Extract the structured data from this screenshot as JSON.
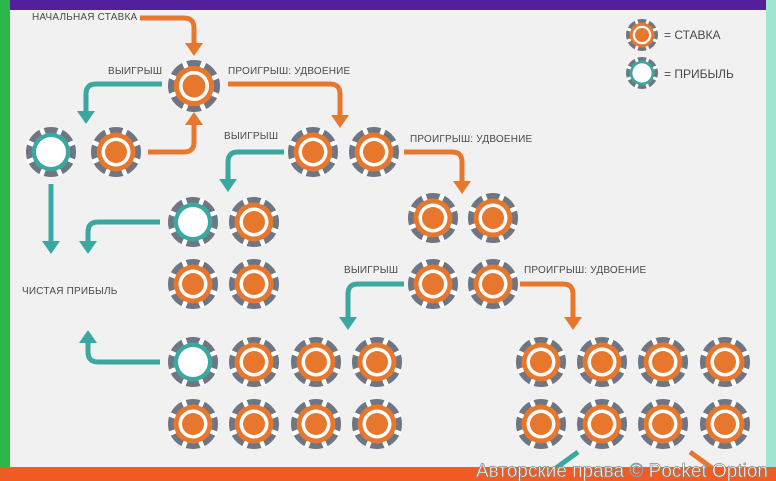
{
  "labels": {
    "initial_bet": "НАЧАЛЬНАЯ СТАВКА",
    "win": "ВЫИГРЫШ",
    "loss_double": "ПРОИГРЫШ: УДВОЕНИЕ",
    "net_profit": "ЧИСТАЯ ПРИБЫЛЬ"
  },
  "legend": {
    "bet": "= СТАВКА",
    "profit": "= ПРИБЫЛЬ"
  },
  "copyright": "Авторские права © Pocket Option",
  "colors": {
    "orange": "#e8772e",
    "teal": "#3aa8a0",
    "chip_rim": "#6e7583",
    "chip_face": "#ffffff",
    "arrow_orange": "#e8772e",
    "arrow_teal": "#3aa8a0",
    "bar_top": "#51209a",
    "bar_left": "#2db84a",
    "bar_right": "#9fe5cf",
    "bar_bottom": "#f25c22"
  },
  "chips": [
    {
      "type": "bet"
    },
    {
      "type": "profit"
    },
    {
      "type": "bet"
    },
    {
      "type": "bet"
    },
    {
      "type": "bet"
    },
    {
      "type": "profit"
    },
    {
      "type": "bet"
    },
    {
      "type": "bet"
    },
    {
      "type": "bet"
    },
    {
      "type": "bet"
    },
    {
      "type": "bet"
    },
    {
      "type": "bet"
    },
    {
      "type": "bet"
    },
    {
      "type": "profit"
    },
    {
      "type": "bet"
    },
    {
      "type": "bet"
    },
    {
      "type": "bet"
    },
    {
      "type": "bet"
    },
    {
      "type": "bet"
    },
    {
      "type": "bet"
    },
    {
      "type": "bet"
    },
    {
      "type": "bet"
    },
    {
      "type": "bet"
    },
    {
      "type": "bet"
    },
    {
      "type": "bet"
    },
    {
      "type": "bet"
    },
    {
      "type": "bet"
    },
    {
      "type": "bet"
    },
    {
      "type": "bet"
    },
    {
      "type": "bet"
    },
    {
      "type": "profit"
    }
  ]
}
